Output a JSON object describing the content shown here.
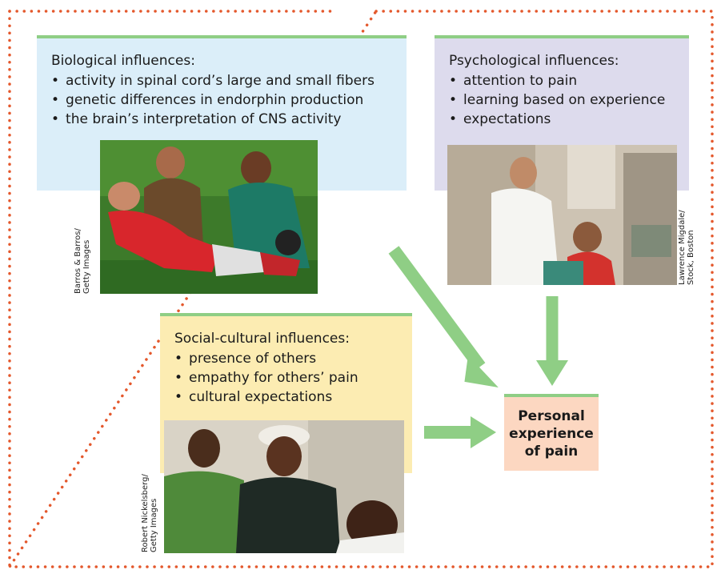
{
  "biological": {
    "title": "Biological influences:",
    "items": [
      "activity in spinal cord’s large and small fibers",
      "genetic differences in endorphin production",
      "the brain’s interpretation of CNS activity"
    ],
    "credit": [
      "Barros & Barros/",
      "Getty Images"
    ]
  },
  "psychological": {
    "title": "Psychological influences:",
    "items": [
      "attention to pain",
      "learning based on experience",
      "expectations"
    ],
    "credit": [
      "Lawrence Migdale/",
      "Stock, Boston"
    ]
  },
  "social": {
    "title": "Social-cultural influences:",
    "items": [
      "presence of others",
      "empathy for others’ pain",
      "cultural expectations"
    ],
    "credit": [
      "Robert Nickelsberg/",
      "Getty Images"
    ]
  },
  "outcome": {
    "lines": [
      "Personal",
      "experience",
      "of pain"
    ]
  },
  "colors": {
    "border_dots": "#e4582c",
    "arrow": "#8fce85",
    "bio_bg": "#dbeef9",
    "psy_bg": "#dddbed",
    "soc_bg": "#fcecb2",
    "outcome_bg": "#fcd7c1"
  }
}
